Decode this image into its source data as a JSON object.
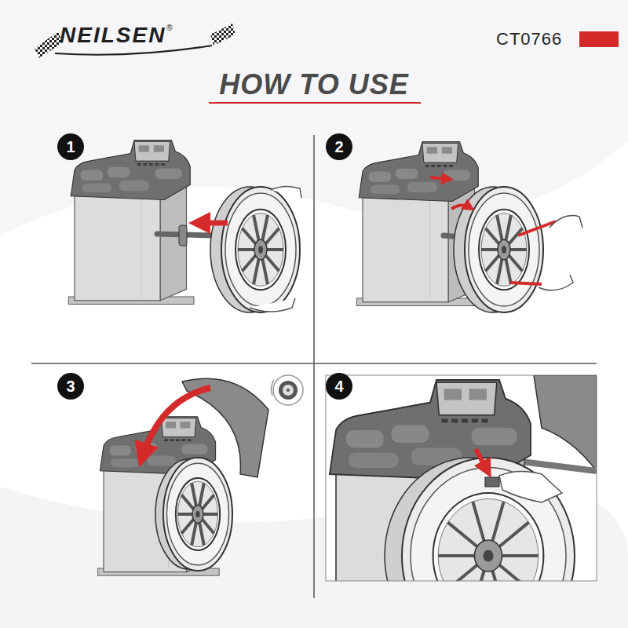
{
  "diagram": {
    "title": "HOW TO USE",
    "nodes": [
      {
        "text": [
          "1"
        ]
      },
      {
        "text": [
          "2"
        ]
      },
      {
        "text": [
          "3"
        ]
      },
      {
        "text": [
          "4"
        ]
      }
    ],
    "labels": [
      "NEILSEN",
      "®",
      "CT0766"
    ]
  }
}
